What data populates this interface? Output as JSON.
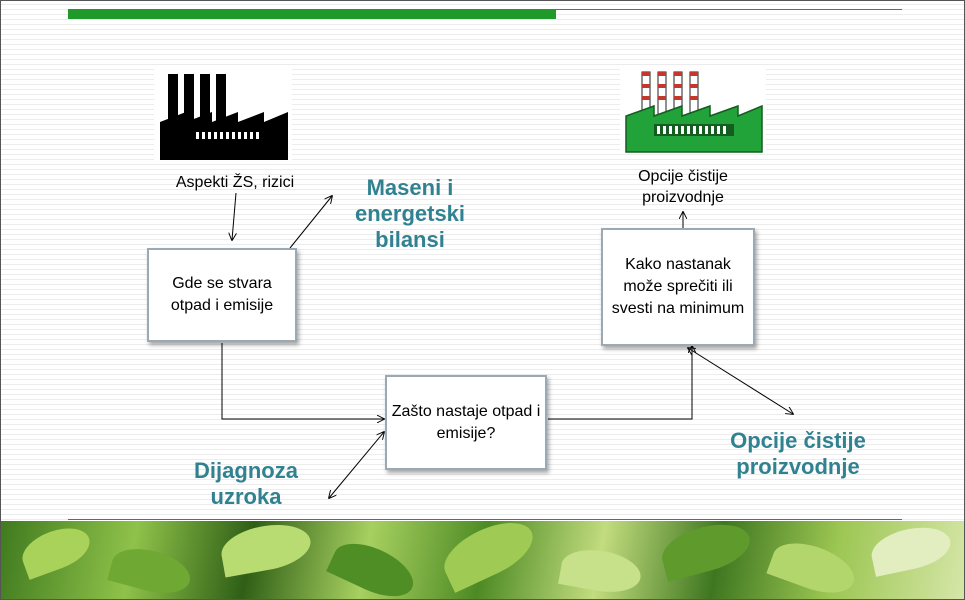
{
  "nodes": {
    "left_caption": "Aspekti ŽS, rizici",
    "left_box": "Gde se stvara otpad i emisije",
    "center_box": "Zašto nastaje otpad i emisije?",
    "right_box": "Kako nastanak može sprečiti ili svesti na minimum",
    "right_caption": "Opcije čistije proizvodnje"
  },
  "labels": {
    "balances": "Maseni i energetski bilansi",
    "diagnosis": "Dijagnoza uzroka",
    "options": "Opcije čistije proizvodnje"
  },
  "colors": {
    "accent_green": "#1f9a2a",
    "label_teal": "#318291",
    "box_border": "#9aa9b4"
  },
  "icons": [
    "dirty-factory-icon",
    "clean-factory-icon"
  ]
}
